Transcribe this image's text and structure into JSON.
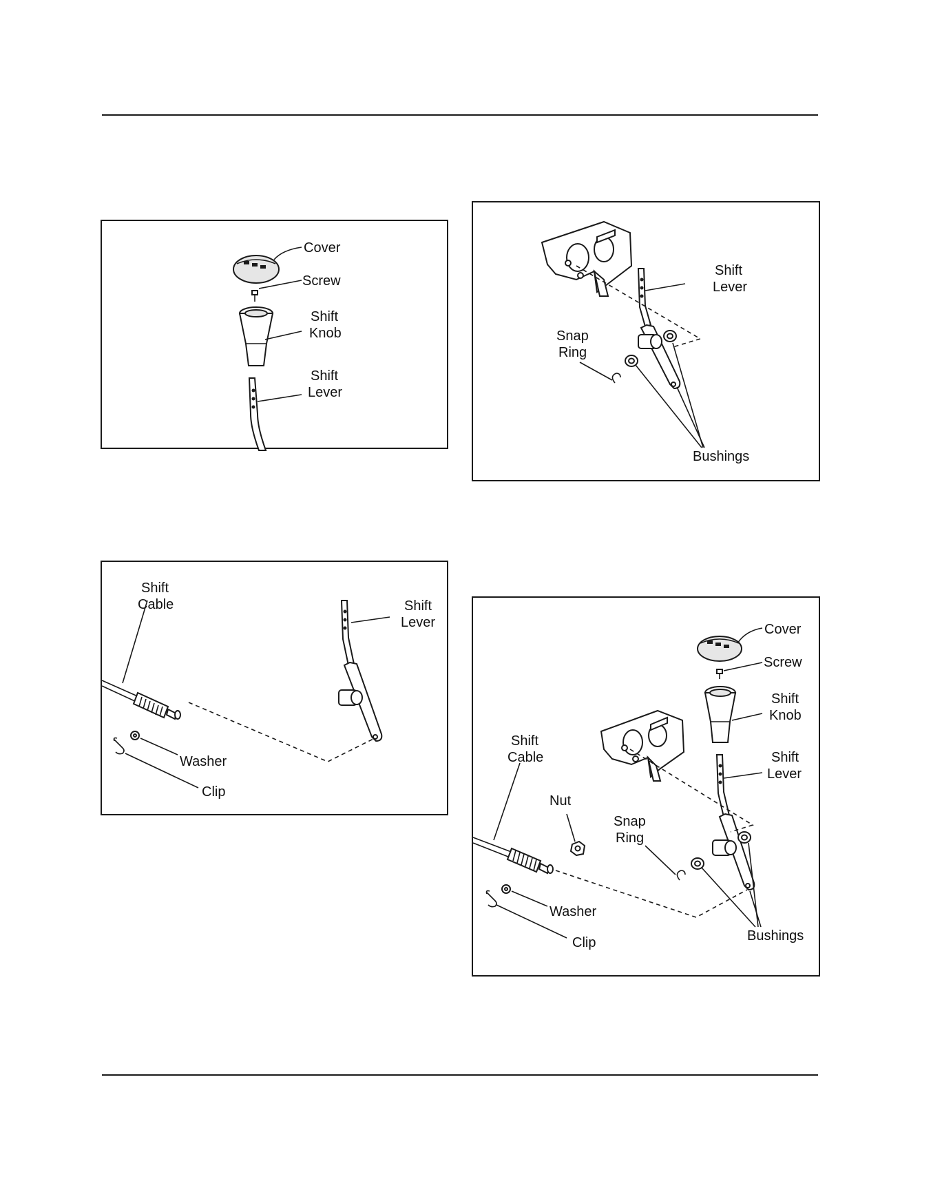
{
  "figures": {
    "fig1": {
      "cover": "Cover",
      "screw": "Screw",
      "knob": [
        "Shift",
        "Knob"
      ],
      "lever": [
        "Shift",
        "Lever"
      ]
    },
    "fig2": {
      "lever": [
        "Shift",
        "Lever"
      ],
      "snap_ring": [
        "Snap",
        "Ring"
      ],
      "bushings": "Bushings"
    },
    "fig3": {
      "cable": [
        "Shift",
        "Cable"
      ],
      "lever": [
        "Shift",
        "Lever"
      ],
      "washer": "Washer",
      "clip": "Clip"
    },
    "fig4": {
      "cover": "Cover",
      "screw": "Screw",
      "knob": [
        "Shift",
        "Knob"
      ],
      "lever": [
        "Shift",
        "Lever"
      ],
      "cable": [
        "Shift",
        "Cable"
      ],
      "nut": "Nut",
      "snap_ring": [
        "Snap",
        "Ring"
      ],
      "washer": "Washer",
      "clip": "Clip",
      "bushings": "Bushings"
    }
  }
}
